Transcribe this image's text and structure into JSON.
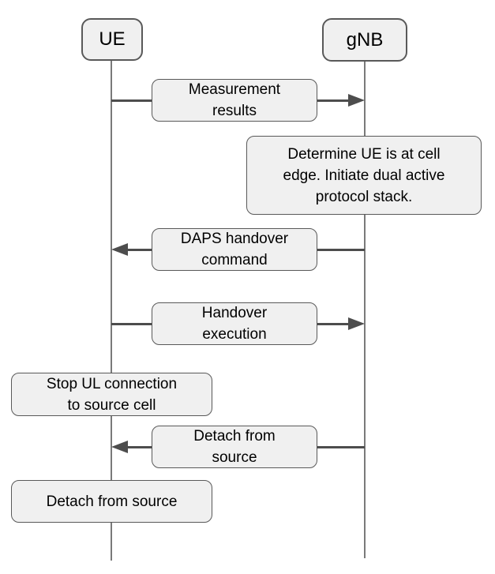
{
  "seq": {
    "actors": [
      {
        "id": "ue",
        "label": "UE"
      },
      {
        "id": "gnb",
        "label": "gNB"
      }
    ],
    "messages": [
      {
        "label": "Measurement results",
        "from": "UE",
        "to": "gNB",
        "direction": "right"
      },
      {
        "label": "DAPS handover command",
        "from": "gNB",
        "to": "UE",
        "direction": "left"
      },
      {
        "label": "Handover execution",
        "from": "UE",
        "to": "gNB",
        "direction": "right"
      },
      {
        "label": "Detach from source",
        "from": "gNB",
        "to": "UE",
        "direction": "left"
      }
    ],
    "notes": [
      {
        "label": "Determine UE is at cell edge. Initiate dual active protocol stack.",
        "actor": "gNB"
      },
      {
        "label": "Stop UL connection to source cell",
        "actor": "UE"
      },
      {
        "label": "Detach from source",
        "actor": "UE"
      }
    ],
    "colors": {
      "background": "#ffffff",
      "box_fill": "#f0f0f0",
      "box_border": "#595959",
      "lifeline": "#7a7a7a",
      "arrow": "#4d4d4d",
      "text": "#000000"
    }
  }
}
